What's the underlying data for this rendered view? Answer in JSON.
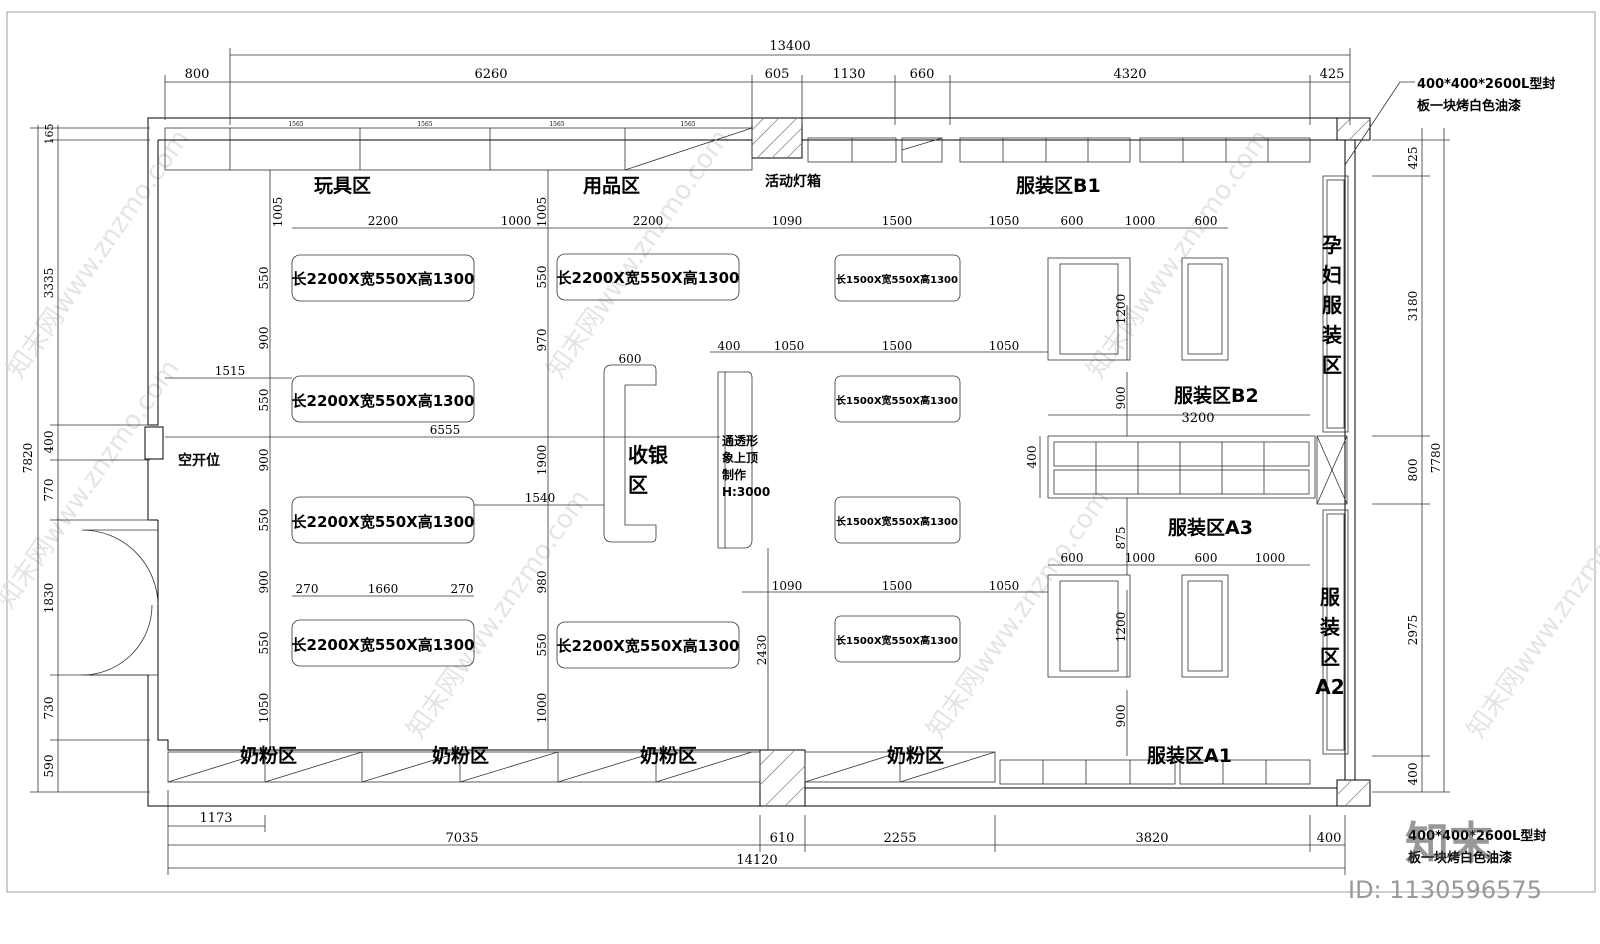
{
  "zones": {
    "toys": "玩具区",
    "supplies": "用品区",
    "lightbox": "活动灯箱",
    "clothing_b1": "服装区B1",
    "maternity_v": [
      "孕",
      "妇",
      "服",
      "装",
      "区"
    ],
    "clothing_b2": "服装区B2",
    "clothing_a3": "服装区A3",
    "clothing_a2_v": [
      "服",
      "装",
      "区",
      "A2"
    ],
    "clothing_a1": "服装区A1",
    "milk_1": "奶粉区",
    "milk_2": "奶粉区",
    "milk_3": "奶粉区",
    "milk_4": "奶粉区",
    "cashier": [
      "收银",
      "区"
    ],
    "switch": "空开位",
    "ceiling_note": [
      "通透形",
      "象上顶",
      "制作",
      "H:3000"
    ]
  },
  "callouts": {
    "top_right": [
      "400*400*2600L型封",
      "板一块烤白色油漆"
    ],
    "bottom_right": [
      "400*400*2600L型封",
      "板一块烤白色油漆"
    ]
  },
  "shelves": {
    "large": "长2200X宽550X高1300",
    "small": "长1500X宽550X高1300"
  },
  "dimensions": {
    "total_top": "13400",
    "top": [
      "800",
      "6260",
      "605",
      "1130",
      "660",
      "4320",
      "425"
    ],
    "total_bottom": "14120",
    "bottom": [
      "7035",
      "610",
      "2255",
      "3820",
      "400"
    ],
    "bottom_left": "1173",
    "left": [
      "165",
      "3335",
      "400",
      "770",
      "1830",
      "730",
      "590"
    ],
    "total_left": "7820",
    "right": [
      "425",
      "3180",
      "800",
      "2975",
      "400"
    ],
    "total_right": "7780",
    "interior": {
      "c1_v": [
        "1005",
        "550",
        "900",
        "550",
        "900",
        "550",
        "900",
        "550",
        "1050"
      ],
      "c2_v": [
        "1005",
        "550",
        "970",
        "1900",
        "980",
        "550",
        "1000"
      ],
      "r1_h": [
        "2200",
        "1000",
        "2200",
        "1090",
        "1500",
        "1050",
        "600",
        "1000",
        "600"
      ],
      "mid_h": [
        "400",
        "1050",
        "1500",
        "1050"
      ],
      "cashier_w": "600",
      "left_gap": "1515",
      "center_line": "6555",
      "gap_1540": "1540",
      "split": [
        "270",
        "1660",
        "270"
      ],
      "lower_h": [
        "1090",
        "1500",
        "1050"
      ],
      "a3_h": [
        "600",
        "1000",
        "600",
        "1000"
      ],
      "rack_v_1": "1200",
      "rack_v_2": "1200",
      "b2_gap": "900",
      "b2_w": "3200",
      "mid_400": "400",
      "a3_875": "875",
      "a1_900": "900",
      "col_2430": "2430",
      "tiny": [
        "1565",
        "1565",
        "1565",
        "1565"
      ]
    }
  },
  "watermark": {
    "logo": "知末",
    "id": "ID: 1130596575",
    "text": "知末网www.znzmo.com"
  }
}
